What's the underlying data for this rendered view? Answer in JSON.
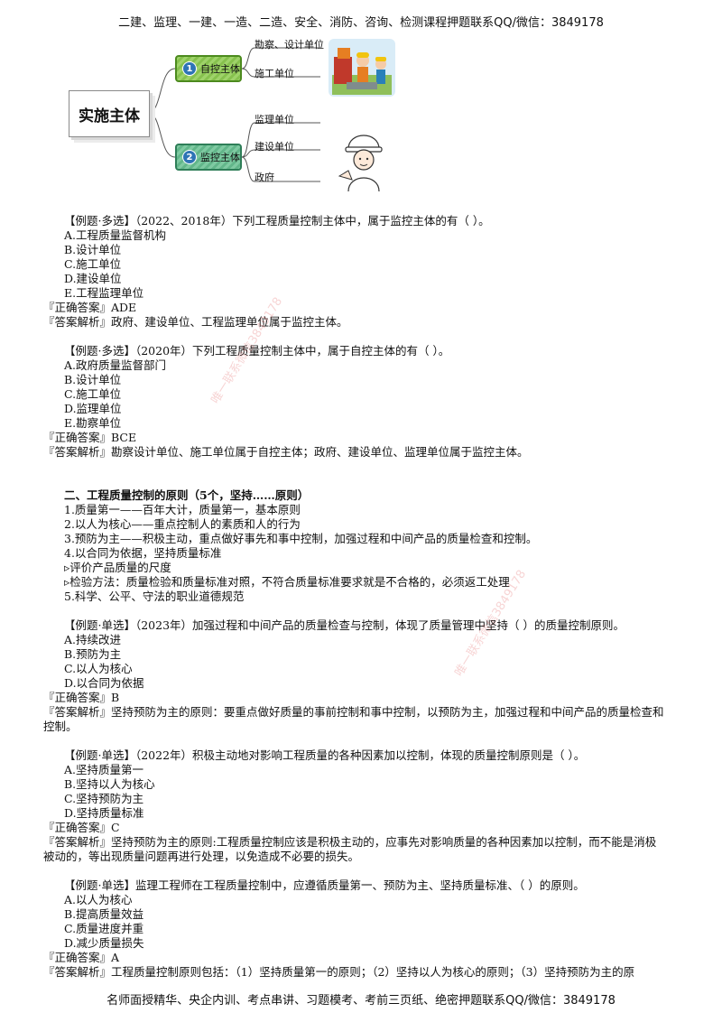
{
  "header": "二建、监理、一建、一造、二造、安全、消防、咨询、检测课程押题联系QQ/微信：3849178",
  "footer": "名师面授精华、央企内训、考点串讲、习题模考、考前三页纸、绝密押题联系QQ/微信：3849178",
  "diagram": {
    "root": "实施主体",
    "nodes": [
      {
        "badge": "1",
        "label": "自控主体",
        "leaves": [
          "勘察、设计单位",
          "施工单位"
        ]
      },
      {
        "badge": "2",
        "label": "监控主体",
        "leaves": [
          "监理单位",
          "建设单位",
          "政府"
        ]
      }
    ]
  },
  "watermarks": [
    "唯一联系微信3849178",
    "唯一联系微信3849178"
  ],
  "lines": [
    {
      "t": "【例题·多选】（2022、2018年）下列工程质量控制主体中，属于监控主体的有（    ）。",
      "c": "ind2"
    },
    {
      "t": "A.工程质量监督机构",
      "c": "ind2"
    },
    {
      "t": "B.设计单位",
      "c": "ind2"
    },
    {
      "t": "C.施工单位",
      "c": "ind2"
    },
    {
      "t": "D.建设单位",
      "c": "ind2"
    },
    {
      "t": "E.工程监理单位",
      "c": "ind2"
    },
    {
      "t": "『正确答案』ADE",
      "c": "ind0"
    },
    {
      "t": "『答案解析』政府、建设单位、工程监理单位属于监控主体。",
      "c": "ind0"
    },
    {
      "t": "【例题·多选】（2020年）下列工程质量控制主体中，属于自控主体的有（    ）。",
      "c": "ind2"
    },
    {
      "t": "A.政府质量监督部门",
      "c": "ind2"
    },
    {
      "t": "B.设计单位",
      "c": "ind2"
    },
    {
      "t": "C.施工单位",
      "c": "ind2"
    },
    {
      "t": "D.监理单位",
      "c": "ind2"
    },
    {
      "t": "E.勘察单位",
      "c": "ind2"
    },
    {
      "t": "『正确答案』BCE",
      "c": "ind0"
    },
    {
      "t": "『答案解析』勘察设计单位、施工单位属于自控主体；政府、建设单位、监理单位属于监控主体。",
      "c": "ind0"
    },
    {
      "t": "二、工程质量控制的原则（5个，坚持……原则）",
      "c": "ind2 bold"
    },
    {
      "t": "1.质量第一——百年大计，质量第一，基本原则",
      "c": "ind2"
    },
    {
      "t": "2.以人为核心——重点控制人的素质和人的行为",
      "c": "ind2"
    },
    {
      "t": "3.预防为主——积极主动，重点做好事先和事中控制，加强过程和中间产品的质量检查和控制。",
      "c": "ind2"
    },
    {
      "t": "4.以合同为依据，坚持质量标准",
      "c": "ind2"
    },
    {
      "t": "▹评价产品质量的尺度",
      "c": "ind2"
    },
    {
      "t": "▹检验方法：质量检验和质量标准对照，不符合质量标准要求就是不合格的，必须返工处理",
      "c": "ind2"
    },
    {
      "t": "5.科学、公平、守法的职业道德规范",
      "c": "ind2"
    },
    {
      "t": "【例题·单选】（2023年）加强过程和中间产品的质量检查与控制，体现了质量管理中坚持（    ）的质量控制原则。",
      "c": "ind2"
    },
    {
      "t": "A.持续改进",
      "c": "ind2"
    },
    {
      "t": "B.预防为主",
      "c": "ind2"
    },
    {
      "t": "C.以人为核心",
      "c": "ind2"
    },
    {
      "t": "D.以合同为依据",
      "c": "ind2"
    },
    {
      "t": "『正确答案』B",
      "c": "ind0"
    },
    {
      "t": "『答案解析』坚持预防为主的原则：要重点做好质量的事前控制和事中控制，以预防为主，加强过程和中间产品的质量检查和",
      "c": "ind0"
    },
    {
      "t": "控制。",
      "c": "ind0"
    },
    {
      "t": "【例题·单选】（2022年）积极主动地对影响工程质量的各种因素加以控制，体现的质量控制原则是（    ）。",
      "c": "ind2"
    },
    {
      "t": "A.坚持质量第一",
      "c": "ind2"
    },
    {
      "t": "B.坚持以人为核心",
      "c": "ind2"
    },
    {
      "t": "C.坚持预防为主",
      "c": "ind2"
    },
    {
      "t": "D.坚持质量标准",
      "c": "ind2"
    },
    {
      "t": "『正确答案』C",
      "c": "ind0"
    },
    {
      "t": "『答案解析』坚持预防为主的原则:工程质量控制应该是积极主动的，应事先对影响质量的各种因素加以控制，而不能是消极",
      "c": "ind0"
    },
    {
      "t": "被动的，等出现质量问题再进行处理，以免造成不必要的损失。",
      "c": "ind0"
    },
    {
      "t": "【例题·单选】监理工程师在工程质量控制中，应遵循质量第一、预防为主、坚持质量标准、（    ）的原则。",
      "c": "ind2"
    },
    {
      "t": "A.以人为核心",
      "c": "ind2"
    },
    {
      "t": "B.提高质量效益",
      "c": "ind2"
    },
    {
      "t": "C.质量进度并重",
      "c": "ind2"
    },
    {
      "t": "D.减少质量损失",
      "c": "ind2"
    },
    {
      "t": "『正确答案』A",
      "c": "ind0"
    },
    {
      "t": "『答案解析』工程质量控制原则包括：（1）坚持质量第一的原则；（2）坚持以人为核心的原则；（3）坚持预防为主的原",
      "c": "ind0"
    }
  ]
}
